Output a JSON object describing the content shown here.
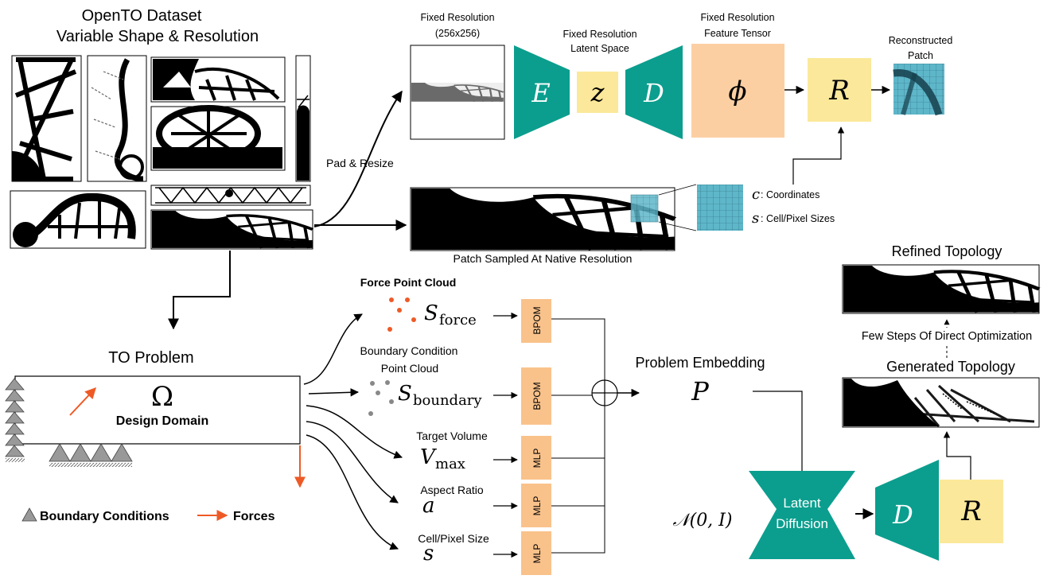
{
  "dataset": {
    "title": "OpenTO Dataset",
    "subtitle": "Variable Shape & Resolution"
  },
  "pad_resize": "Pad & Resize",
  "encoder": {
    "fixed_res_title": "Fixed Resolution",
    "fixed_res_size": "(256x256)",
    "latent_title": "Fixed Resolution",
    "latent_subtitle": "Latent Space",
    "feature_title": "Fixed Resolution",
    "feature_subtitle": "Feature Tensor",
    "E": "E",
    "z": "z",
    "D": "D",
    "phi": "ϕ",
    "R": "R",
    "reconstructed_title": "Reconstructed",
    "reconstructed_subtitle": "Patch"
  },
  "patch": {
    "caption": "Patch Sampled At Native Resolution",
    "coord_symbol": "c",
    "coord_label": ": Coordinates",
    "size_symbol": "s",
    "size_label": ": Cell/Pixel Sizes"
  },
  "to_problem": {
    "title": "TO Problem",
    "omega": "Ω",
    "domain_label": "Design Domain",
    "legend_bc": "Boundary Conditions",
    "legend_forces": "Forces"
  },
  "inputs": {
    "force_title": "Force Point Cloud",
    "force_symbol": "S",
    "force_sub": "force",
    "boundary_title_1": "Boundary Condition",
    "boundary_title_2": "Point Cloud",
    "boundary_symbol": "S",
    "boundary_sub": "boundary",
    "volume_title": "Target Volume",
    "volume_symbol": "V",
    "volume_sub": "max",
    "aspect_title": "Aspect Ratio",
    "aspect_symbol": "a",
    "cell_title": "Cell/Pixel Size",
    "cell_symbol": "s",
    "bpom": "BPOM",
    "mlp": "MLP"
  },
  "embedding": {
    "title": "Problem Embedding",
    "symbol": "P"
  },
  "diffusion": {
    "noise": "𝒩(0, I)",
    "line1": "Latent",
    "line2": "Diffusion",
    "D": "D",
    "R": "R"
  },
  "outputs": {
    "refined": "Refined Topology",
    "few_steps": "Few Steps Of Direct Optimization",
    "generated": "Generated Topology"
  },
  "colors": {
    "teal": "#0b9e8e",
    "yellow": "#fbe89a",
    "peach": "#fccfa3",
    "orange_box": "#f9c28b",
    "force": "#ee5a26",
    "grid": "#5eb6c9",
    "gray": "#888888"
  }
}
